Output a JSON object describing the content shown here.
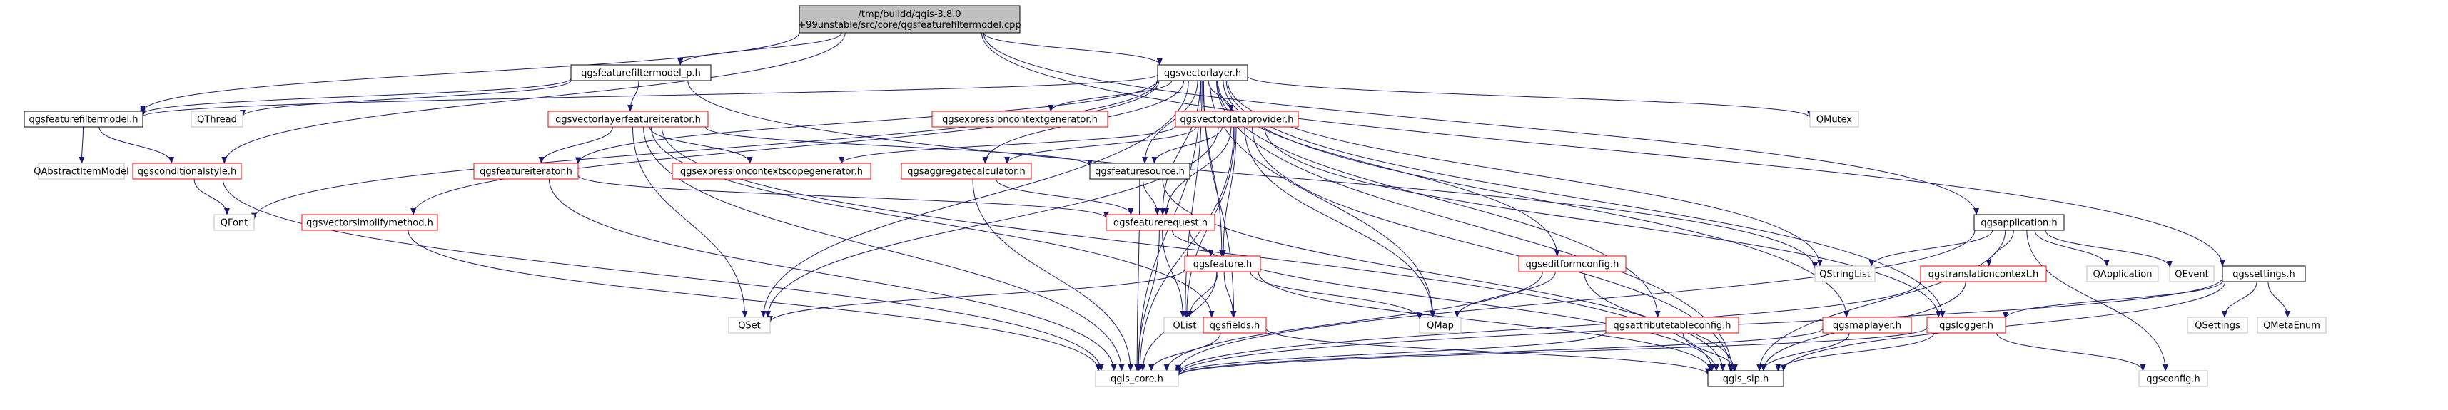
{
  "colors": {
    "edge": "#191970",
    "black": "#000000",
    "red": "#ff0000",
    "gray": "#bfbfbf",
    "text": "#000000",
    "root_fill": "#bfbfbf"
  },
  "graph": {
    "nodes": [
      {
        "id": "root",
        "lines": [
          "/tmp/buildd/qgis-3.8.0",
          "+99unstable/src/core/qgsfeaturefiltermodel.cpp"
        ],
        "style": "root"
      },
      {
        "id": "qgsfeaturefiltermodel_p",
        "lines": [
          "qgsfeaturefiltermodel_p.h"
        ],
        "style": "black"
      },
      {
        "id": "qgsvectorlayer",
        "lines": [
          "qgsvectorlayer.h"
        ],
        "style": "black"
      },
      {
        "id": "qgsfeaturefiltermodel",
        "lines": [
          "qgsfeaturefiltermodel.h"
        ],
        "style": "black"
      },
      {
        "id": "qthread",
        "lines": [
          "QThread"
        ],
        "style": "gray"
      },
      {
        "id": "qgsvectorlayerfeatureiterator",
        "lines": [
          "qgsvectorlayerfeatureiterator.h"
        ],
        "style": "red"
      },
      {
        "id": "qgsexpressioncontextgenerator",
        "lines": [
          "qgsexpressioncontextgenerator.h"
        ],
        "style": "red"
      },
      {
        "id": "qgsvectordataprovider",
        "lines": [
          "qgsvectordataprovider.h"
        ],
        "style": "red"
      },
      {
        "id": "qmutex",
        "lines": [
          "QMutex"
        ],
        "style": "gray"
      },
      {
        "id": "qabstractitemmodel",
        "lines": [
          "QAbstractItemModel"
        ],
        "style": "gray"
      },
      {
        "id": "qgsconditionalstyle",
        "lines": [
          "qgsconditionalstyle.h"
        ],
        "style": "red"
      },
      {
        "id": "qgsfeatureiterator",
        "lines": [
          "qgsfeatureiterator.h"
        ],
        "style": "red"
      },
      {
        "id": "qgsexpressioncontextscopegenerator",
        "lines": [
          "qgsexpressioncontextscopegenerator.h"
        ],
        "style": "red"
      },
      {
        "id": "qgsaggregatecalculator",
        "lines": [
          "qgsaggregatecalculator.h"
        ],
        "style": "red"
      },
      {
        "id": "qgsfeaturesource",
        "lines": [
          "qgsfeaturesource.h"
        ],
        "style": "black"
      },
      {
        "id": "qgsvectorsimplifymethod",
        "lines": [
          "qgsvectorsimplifymethod.h"
        ],
        "style": "red"
      },
      {
        "id": "qfont",
        "lines": [
          "QFont"
        ],
        "style": "gray"
      },
      {
        "id": "qgsfeaturerequest",
        "lines": [
          "qgsfeaturerequest.h"
        ],
        "style": "red"
      },
      {
        "id": "qgsapplication",
        "lines": [
          "qgsapplication.h"
        ],
        "style": "black"
      },
      {
        "id": "qgsfeature",
        "lines": [
          "qgsfeature.h"
        ],
        "style": "red"
      },
      {
        "id": "qgseditformconfig",
        "lines": [
          "qgseditformconfig.h"
        ],
        "style": "red"
      },
      {
        "id": "qstringlist",
        "lines": [
          "QStringList"
        ],
        "style": "gray"
      },
      {
        "id": "qgstranslationcontext",
        "lines": [
          "qgstranslationcontext.h"
        ],
        "style": "red"
      },
      {
        "id": "qapplication",
        "lines": [
          "QApplication"
        ],
        "style": "gray"
      },
      {
        "id": "qevent",
        "lines": [
          "QEvent"
        ],
        "style": "gray"
      },
      {
        "id": "qgssettings",
        "lines": [
          "qgssettings.h"
        ],
        "style": "black"
      },
      {
        "id": "qset",
        "lines": [
          "QSet"
        ],
        "style": "gray"
      },
      {
        "id": "qlist",
        "lines": [
          "QList"
        ],
        "style": "gray"
      },
      {
        "id": "qmap",
        "lines": [
          "QMap"
        ],
        "style": "gray"
      },
      {
        "id": "qgsattributetableconfig",
        "lines": [
          "qgsattributetableconfig.h"
        ],
        "style": "red"
      },
      {
        "id": "qgsmaplayer",
        "lines": [
          "qgsmaplayer.h"
        ],
        "style": "red"
      },
      {
        "id": "qgslogger",
        "lines": [
          "qgslogger.h"
        ],
        "style": "red"
      },
      {
        "id": "qsettings",
        "lines": [
          "QSettings"
        ],
        "style": "gray"
      },
      {
        "id": "qmetaenum",
        "lines": [
          "QMetaEnum"
        ],
        "style": "gray"
      },
      {
        "id": "qgsfields",
        "lines": [
          "qgsfields.h"
        ],
        "style": "red"
      },
      {
        "id": "qgis_core",
        "lines": [
          "qgis_core.h"
        ],
        "style": "gray"
      },
      {
        "id": "qgis_sip",
        "lines": [
          "qgis_sip.h"
        ],
        "style": "black"
      },
      {
        "id": "qgsconfig",
        "lines": [
          "qgsconfig.h"
        ],
        "style": "gray"
      }
    ],
    "edges": [
      [
        "root",
        "qgsfeaturefiltermodel_p"
      ],
      [
        "root",
        "qgsvectorlayer"
      ],
      [
        "root",
        "qgsfeaturefiltermodel"
      ],
      [
        "root",
        "qgsapplication"
      ],
      [
        "root",
        "qgssettings"
      ],
      [
        "root",
        "qgsconditionalstyle"
      ],
      [
        "qgsfeaturefiltermodel_p",
        "qgsfeaturefiltermodel"
      ],
      [
        "qgsfeaturefiltermodel_p",
        "qthread"
      ],
      [
        "qgsfeaturefiltermodel_p",
        "qgsvectorlayerfeatureiterator"
      ],
      [
        "qgsfeaturefiltermodel_p",
        "qstringlist"
      ],
      [
        "qgsfeaturefiltermodel",
        "qabstractitemmodel"
      ],
      [
        "qgsfeaturefiltermodel",
        "qgsconditionalstyle"
      ],
      [
        "qgsvectorlayer",
        "qgsfeaturefiltermodel"
      ],
      [
        "qgsvectorlayer",
        "qgsexpressioncontextgenerator"
      ],
      [
        "qgsvectorlayer",
        "qgsvectordataprovider"
      ],
      [
        "qgsvectorlayer",
        "qmutex"
      ],
      [
        "qgsvectorlayer",
        "qfont"
      ],
      [
        "qgsvectorlayer",
        "qgsfeatureiterator"
      ],
      [
        "qgsvectorlayer",
        "qgsaggregatecalculator"
      ],
      [
        "qgsvectorlayer",
        "qgsfeaturesource"
      ],
      [
        "qgsvectorlayer",
        "qgsvectorsimplifymethod"
      ],
      [
        "qgsvectorlayer",
        "qgsfeaturerequest"
      ],
      [
        "qgsvectorlayer",
        "qgsfeature"
      ],
      [
        "qgsvectorlayer",
        "qgseditformconfig"
      ],
      [
        "qgsvectorlayer",
        "qgsattributetableconfig"
      ],
      [
        "qgsvectorlayer",
        "qgsmaplayer"
      ],
      [
        "qgsvectorlayer",
        "qgslogger"
      ],
      [
        "qgsvectorlayer",
        "qgsfields"
      ],
      [
        "qgsvectorlayer",
        "qmap"
      ],
      [
        "qgsvectorlayer",
        "qlist"
      ],
      [
        "qgsvectorlayer",
        "qset"
      ],
      [
        "qgsvectorlayer",
        "qgis_core"
      ],
      [
        "qgsvectorlayer",
        "qgis_sip"
      ],
      [
        "qgsvectorlayer",
        "qstringlist"
      ],
      [
        "qgsvectorlayerfeatureiterator",
        "qgsfeatureiterator"
      ],
      [
        "qgsvectorlayerfeatureiterator",
        "qgsexpressioncontextscopegenerator"
      ],
      [
        "qgsvectorlayerfeatureiterator",
        "qgsfeaturesource"
      ],
      [
        "qgsvectorlayerfeatureiterator",
        "qset"
      ],
      [
        "qgsvectorlayerfeatureiterator",
        "qgis_core"
      ],
      [
        "qgsvectorlayerfeatureiterator",
        "qgis_sip"
      ],
      [
        "qgsvectorlayerfeatureiterator",
        "qgsfields"
      ],
      [
        "qgsvectordataprovider",
        "qgsexpressioncontextscopegenerator"
      ],
      [
        "qgsvectordataprovider",
        "qgsaggregatecalculator"
      ],
      [
        "qgsvectordataprovider",
        "qgsfeaturesource"
      ],
      [
        "qgsvectordataprovider",
        "qgsfeaturerequest"
      ],
      [
        "qgsvectordataprovider",
        "qgsfeature"
      ],
      [
        "qgsvectordataprovider",
        "qset"
      ],
      [
        "qgsvectordataprovider",
        "qmap"
      ],
      [
        "qgsvectordataprovider",
        "qlist"
      ],
      [
        "qgsvectordataprovider",
        "qgis_core"
      ],
      [
        "qgsvectordataprovider",
        "qgis_sip"
      ],
      [
        "qgsvectordataprovider",
        "qgslogger"
      ],
      [
        "qgsconditionalstyle",
        "qfont"
      ],
      [
        "qgsconditionalstyle",
        "qgis_core"
      ],
      [
        "qgsfeatureiterator",
        "qgsfeaturerequest"
      ],
      [
        "qgsfeatureiterator",
        "qgis_core"
      ],
      [
        "qgsaggregatecalculator",
        "qgsfeaturerequest"
      ],
      [
        "qgsaggregatecalculator",
        "qgis_core"
      ],
      [
        "qgsfeaturesource",
        "qgsfeaturerequest"
      ],
      [
        "qgsfeaturesource",
        "qgis_core"
      ],
      [
        "qgsfeaturesource",
        "qgis_sip"
      ],
      [
        "qgsvectorsimplifymethod",
        "qgis_core"
      ],
      [
        "qgsfeaturerequest",
        "qgsfeature"
      ],
      [
        "qgsfeaturerequest",
        "qlist"
      ],
      [
        "qgsfeaturerequest",
        "qgis_core"
      ],
      [
        "qgsfeaturerequest",
        "qgis_sip"
      ],
      [
        "qgsfeature",
        "qset"
      ],
      [
        "qgsfeature",
        "qlist"
      ],
      [
        "qgsfeature",
        "qmap"
      ],
      [
        "qgsfeature",
        "qgsfields"
      ],
      [
        "qgsfeature",
        "qgis_core"
      ],
      [
        "qgsfeature",
        "qgis_sip"
      ],
      [
        "qgsfields",
        "qgis_core"
      ],
      [
        "qgsfields",
        "qgis_sip"
      ],
      [
        "qgseditformconfig",
        "qmap"
      ],
      [
        "qgseditformconfig",
        "qgis_core"
      ],
      [
        "qgseditformconfig",
        "qgis_sip"
      ],
      [
        "qgsattributetableconfig",
        "qgis_core"
      ],
      [
        "qgsattributetableconfig",
        "qgis_sip"
      ],
      [
        "qgsmaplayer",
        "qgis_core"
      ],
      [
        "qgsmaplayer",
        "qgis_sip"
      ],
      [
        "qgsapplication",
        "qstringlist"
      ],
      [
        "qgsapplication",
        "qgstranslationcontext"
      ],
      [
        "qgsapplication",
        "qapplication"
      ],
      [
        "qgsapplication",
        "qevent"
      ],
      [
        "qgsapplication",
        "qgis_core"
      ],
      [
        "qgsapplication",
        "qgis_sip"
      ],
      [
        "qgsapplication",
        "qgsconfig"
      ],
      [
        "qgstranslationcontext",
        "qgis_core"
      ],
      [
        "qgstranslationcontext",
        "qgis_sip"
      ],
      [
        "qgssettings",
        "qsettings"
      ],
      [
        "qgssettings",
        "qmetaenum"
      ],
      [
        "qgssettings",
        "qgslogger"
      ],
      [
        "qgssettings",
        "qgis_core"
      ],
      [
        "qgssettings",
        "qgis_sip"
      ],
      [
        "qgslogger",
        "qgis_core"
      ],
      [
        "qgslogger",
        "qgis_sip"
      ],
      [
        "qgslogger",
        "qgsconfig"
      ]
    ]
  }
}
